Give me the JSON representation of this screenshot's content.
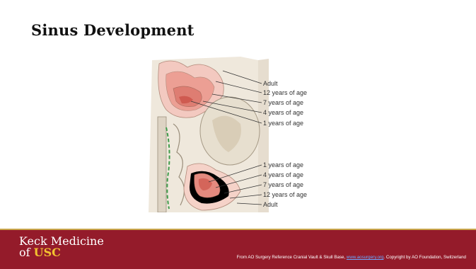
{
  "slide": {
    "title": "Sinus Development"
  },
  "figure": {
    "upper_labels": [
      "Adult",
      "12 years of age",
      "7 years of age",
      "4 years of age",
      "1 years of age"
    ],
    "lower_labels": [
      "1 years of age",
      "4 years of age",
      "7 years of age",
      "12 years of age",
      "Adult"
    ]
  },
  "footer": {
    "logo_line1": "Keck Medicine",
    "logo_of": "of ",
    "logo_usc": "USC",
    "credit_prefix": "From AO Surgery Reference Cranial Vault & Skull Base, ",
    "credit_link": "www.aosurgery.org",
    "credit_suffix": ". Copyright by AO Foundation, Switzerland"
  },
  "colors": {
    "footer_bg": "#941b2a",
    "footer_rule": "#c8a44a",
    "usc_gold": "#f2c230"
  }
}
